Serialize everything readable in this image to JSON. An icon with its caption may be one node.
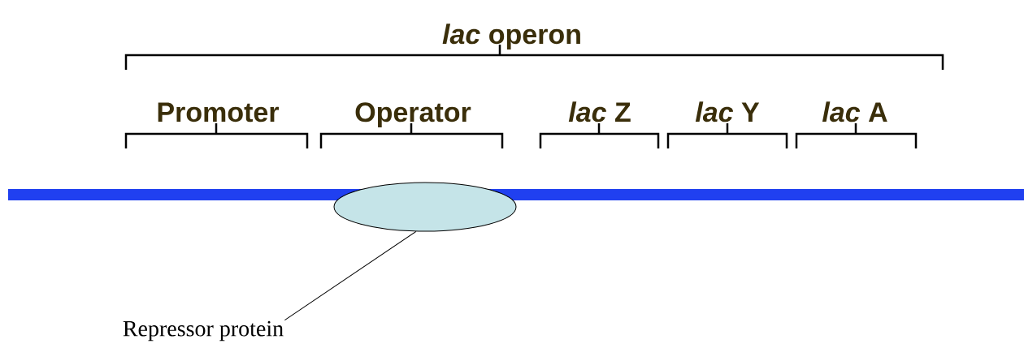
{
  "diagram": {
    "nodes": [
      {
        "text": [],
        "shape": "ellipse"
      },
      {
        "text": [
          "Repressor protein"
        ]
      }
    ],
    "edges": [
      {
        "from": 1,
        "to": 0,
        "arrow": "none"
      }
    ],
    "labels": [
      "*lac* operon",
      "Promoter",
      "Operator",
      "*lac* Z",
      "*lac* Y",
      "*lac* A"
    ]
  }
}
